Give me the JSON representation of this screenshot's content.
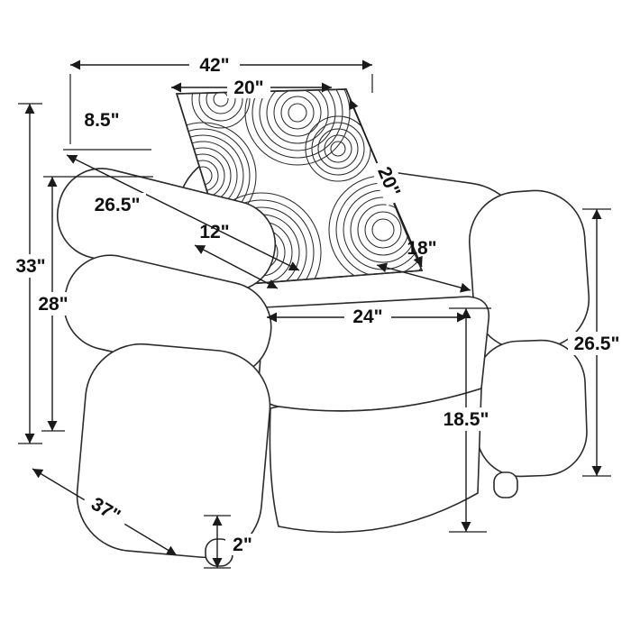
{
  "diagram": {
    "kind": "furniture-dimension-drawing",
    "colors": {
      "line": "#1a1a1a",
      "background": "#ffffff"
    },
    "dimensions": {
      "overall_width": "42\"",
      "pillow_width": "20\"",
      "arm_top_height": "8.5\"",
      "arm_depth": "26.5\"",
      "arm_width": "12\"",
      "overall_height": "33\"",
      "arm_height": "28\"",
      "pillow_length": "20\"",
      "seat_back_depth": "18\"",
      "seat_width": "24\"",
      "back_height": "26.5\"",
      "seat_height": "18.5\"",
      "overall_depth": "37\"",
      "leg_height": "2\""
    }
  }
}
